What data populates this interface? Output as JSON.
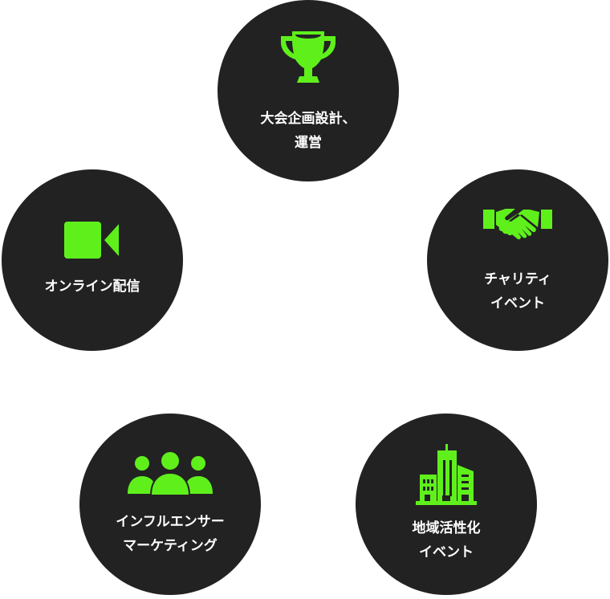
{
  "accent_color": "#5ff01c",
  "circle_color": "#222222",
  "items": [
    {
      "icon": "trophy-icon",
      "lines": [
        "大会企画設計、",
        "運営"
      ]
    },
    {
      "icon": "handshake-icon",
      "lines": [
        "チャリティ",
        "イベント"
      ]
    },
    {
      "icon": "buildings-icon",
      "lines": [
        "地域活性化",
        "イベント"
      ]
    },
    {
      "icon": "people-icon",
      "lines": [
        "インフルエンサー",
        "マーケティング"
      ]
    },
    {
      "icon": "video-camera-icon",
      "lines": [
        "オンライン配信"
      ]
    }
  ]
}
